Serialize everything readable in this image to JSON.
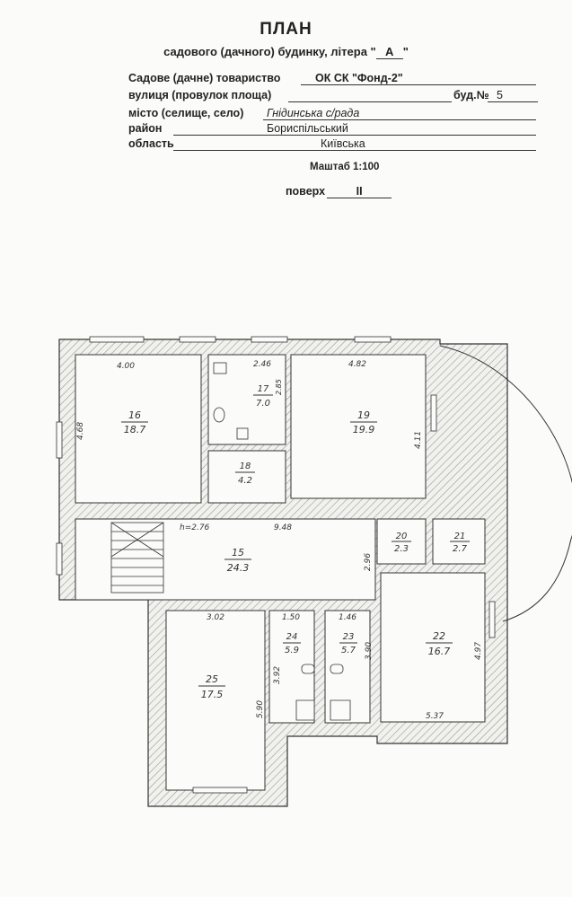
{
  "header": {
    "title": "ПЛАН",
    "subtitle": "садового (дачного) будинку, літера \"",
    "subtitle_end": "\"",
    "litera": "А",
    "fields": [
      {
        "label": "Садове (дачне) товариство",
        "value": "ОК СК \"Фонд-2\""
      },
      {
        "label": "вулиця (провулок площа)",
        "value": ""
      },
      {
        "label": "місто (селище, село)",
        "value": "Гнідинська с/рада"
      },
      {
        "label": "район",
        "value": "Бориспільський"
      },
      {
        "label": "область",
        "value": "Київська"
      }
    ],
    "building_label": "буд.№",
    "building_number": "5",
    "scale": "Маштаб 1:100",
    "floor_label": "поверх",
    "floor_value": "II"
  },
  "rooms": [
    {
      "number": "16",
      "area": "18.7",
      "dims": [
        "4.00",
        "4.68"
      ]
    },
    {
      "number": "17",
      "area": "7.0",
      "dims": [
        "2.46",
        "2.85"
      ]
    },
    {
      "number": "18",
      "area": "4.2",
      "dims": []
    },
    {
      "number": "19",
      "area": "19.9",
      "dims": [
        "4.82",
        "4.11"
      ]
    },
    {
      "number": "20",
      "area": "2.3",
      "dims": []
    },
    {
      "number": "21",
      "area": "2.7",
      "dims": []
    },
    {
      "number": "15",
      "area": "24.3",
      "dims": [
        "9.48",
        "2.96"
      ]
    },
    {
      "number": "22",
      "area": "16.7",
      "dims": [
        "5.37",
        "4.97"
      ]
    },
    {
      "number": "23",
      "area": "5.7",
      "dims": [
        "1.46",
        "3.90"
      ]
    },
    {
      "number": "24",
      "area": "5.9",
      "dims": [
        "1.50",
        "3.92"
      ]
    },
    {
      "number": "25",
      "area": "17.5",
      "dims": [
        "3.02",
        "5.90"
      ]
    }
  ],
  "annotations": {
    "height": "h=2.76"
  }
}
